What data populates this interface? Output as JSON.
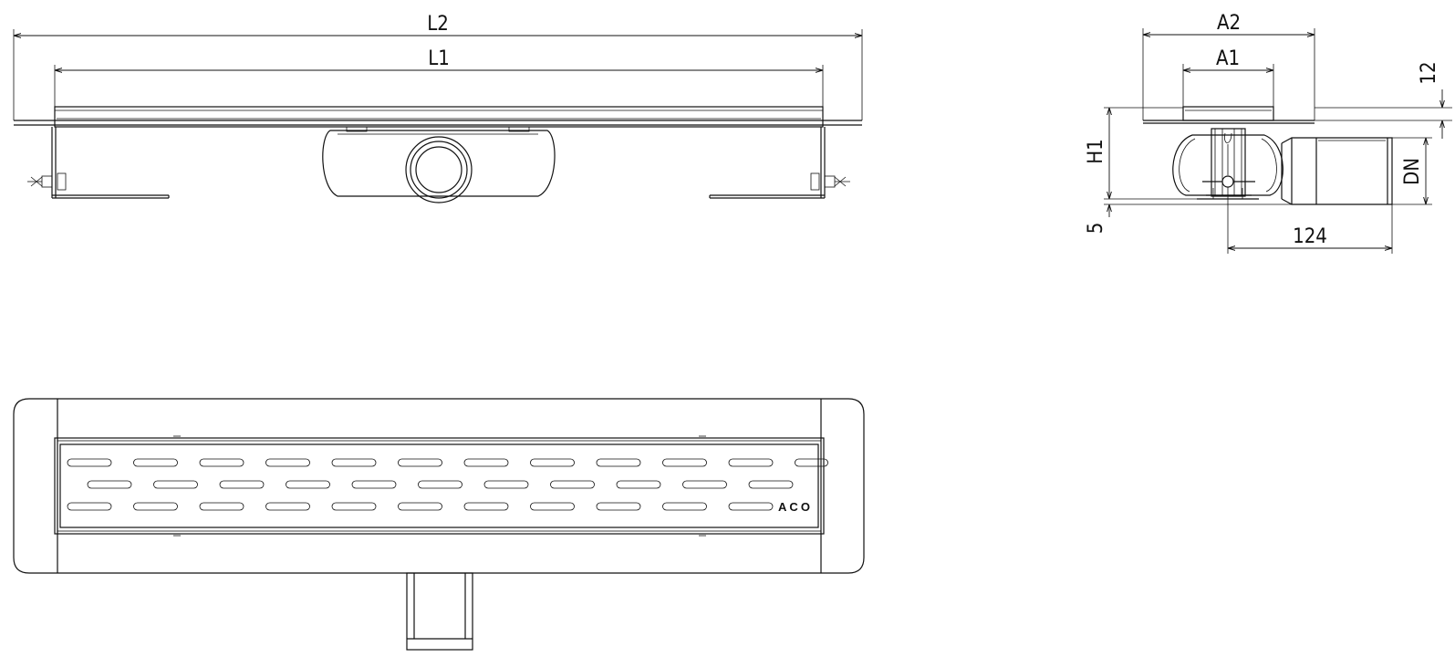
{
  "dimensions": {
    "front": {
      "overall_length": "L2",
      "channel_length": "L1"
    },
    "side": {
      "overall_width": "A2",
      "grate_width": "A1",
      "flange_thickness": "12",
      "height": "H1",
      "outlet_diameter": "DN",
      "base_offset": "5",
      "outlet_length": "124"
    }
  },
  "grate": {
    "brand": "ACO"
  }
}
